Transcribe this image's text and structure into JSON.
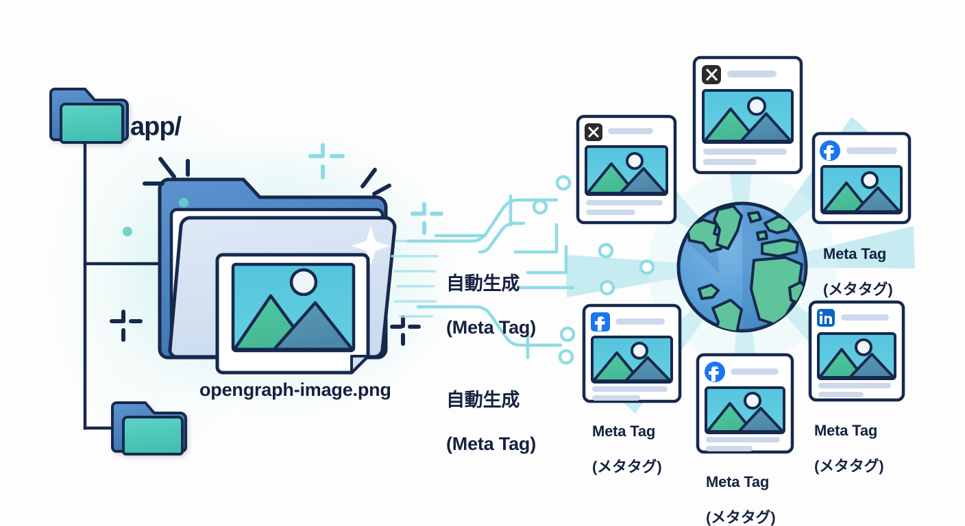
{
  "diagram": {
    "title_label": "app/",
    "file_label": "opengraph-image.png",
    "colors": {
      "navy": "#16294d",
      "folder_blue": "#4a83c4",
      "folder_teal": "#54c9bc",
      "sky": "#5bc8de",
      "mountain_green": "#4bc49a",
      "mountain_blue": "#5090b0",
      "trace_cyan": "#8fdbe5",
      "ray_cyan": "#a8e4ec",
      "globe_ocean": "#5a9fd8",
      "globe_land": "#5fc49b",
      "facebook_blue": "#1877f2",
      "linkedin_blue": "#0a66c2",
      "x_black": "#2b2b2b",
      "skeleton_line": "#ccd9ea"
    },
    "tree_folders": [
      {
        "id": "folder-app",
        "label": "app/"
      },
      {
        "id": "folder-branch-bottom",
        "label": ""
      }
    ],
    "generation_labels": [
      {
        "line1": "自動生成",
        "line2": "(Meta Tag)"
      },
      {
        "line1": "自動生成",
        "line2": "(Meta Tag)"
      }
    ],
    "social_cards": [
      {
        "id": "card-x-top",
        "platform": "x",
        "caption_line1": "",
        "caption_line2": ""
      },
      {
        "id": "card-x-left",
        "platform": "x",
        "caption_line1": "",
        "caption_line2": ""
      },
      {
        "id": "card-fb-right",
        "platform": "facebook",
        "caption_line1": "Meta Tag",
        "caption_line2": "(メタタグ)"
      },
      {
        "id": "card-fb-left",
        "platform": "facebook",
        "caption_line1": "Meta Tag",
        "caption_line2": "(メタタグ)"
      },
      {
        "id": "card-fb-bottom",
        "platform": "facebook",
        "caption_line1": "Meta Tag",
        "caption_line2": "(メタタグ)"
      },
      {
        "id": "card-li-right",
        "platform": "linkedin",
        "caption_line1": "Meta Tag",
        "caption_line2": "(メタタグ)"
      }
    ],
    "globe": {
      "name": "world-globe"
    }
  }
}
